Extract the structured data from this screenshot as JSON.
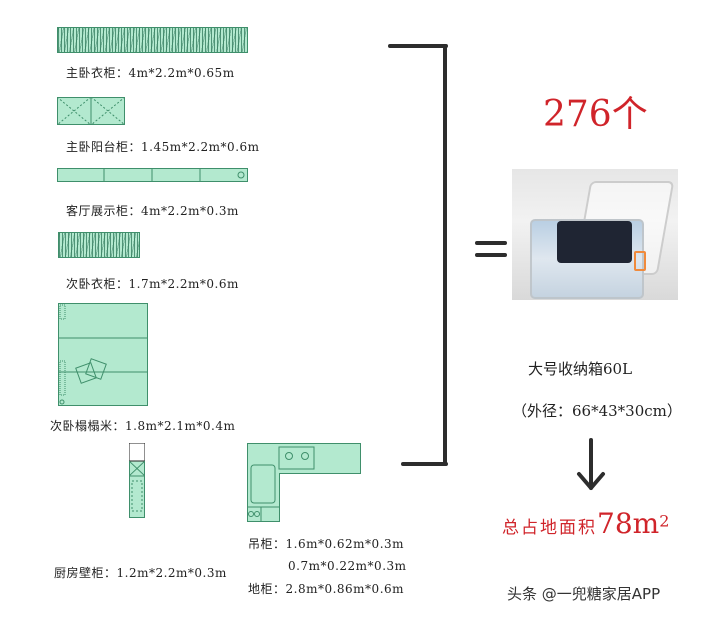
{
  "cabinets": [
    {
      "name": "master-wardrobe",
      "label": "主卧衣柜：4m*2.2m*0.65m"
    },
    {
      "name": "master-balcony-cabinet",
      "label": "主卧阳台柜：1.45m*2.2m*0.6m"
    },
    {
      "name": "living-display-cabinet",
      "label": "客厅展示柜：4m*2.2m*0.3m"
    },
    {
      "name": "second-wardrobe",
      "label": "次卧衣柜：1.7m*2.2m*0.6m"
    },
    {
      "name": "second-tatami",
      "label": "次卧榻榻米：1.8m*2.1m*0.4m"
    },
    {
      "name": "kitchen-wall-cabinet",
      "label": "厨房壁柜：1.2m*2.2m*0.3m"
    }
  ],
  "kitchen": {
    "hanging_label": "吊柜：1.6m*0.62m*0.3m",
    "hanging_label_2": "0.7m*0.22m*0.3m",
    "floor_label": "地柜：2.8m*0.86m*0.6m"
  },
  "result": {
    "count": "276个",
    "box_name": "大号收纳箱60L",
    "box_size": "（外径：66*43*30cm）",
    "area_prefix": "总占地面积",
    "area_value": "78m",
    "area_sup": "2"
  },
  "watermark": "头条 @一兜糖家居APP",
  "colors": {
    "cabinet_fill": "#b3e9cf",
    "cabinet_line": "#3f8f6b",
    "accent_red": "#d0242a",
    "bracket": "#2d2d2d"
  }
}
